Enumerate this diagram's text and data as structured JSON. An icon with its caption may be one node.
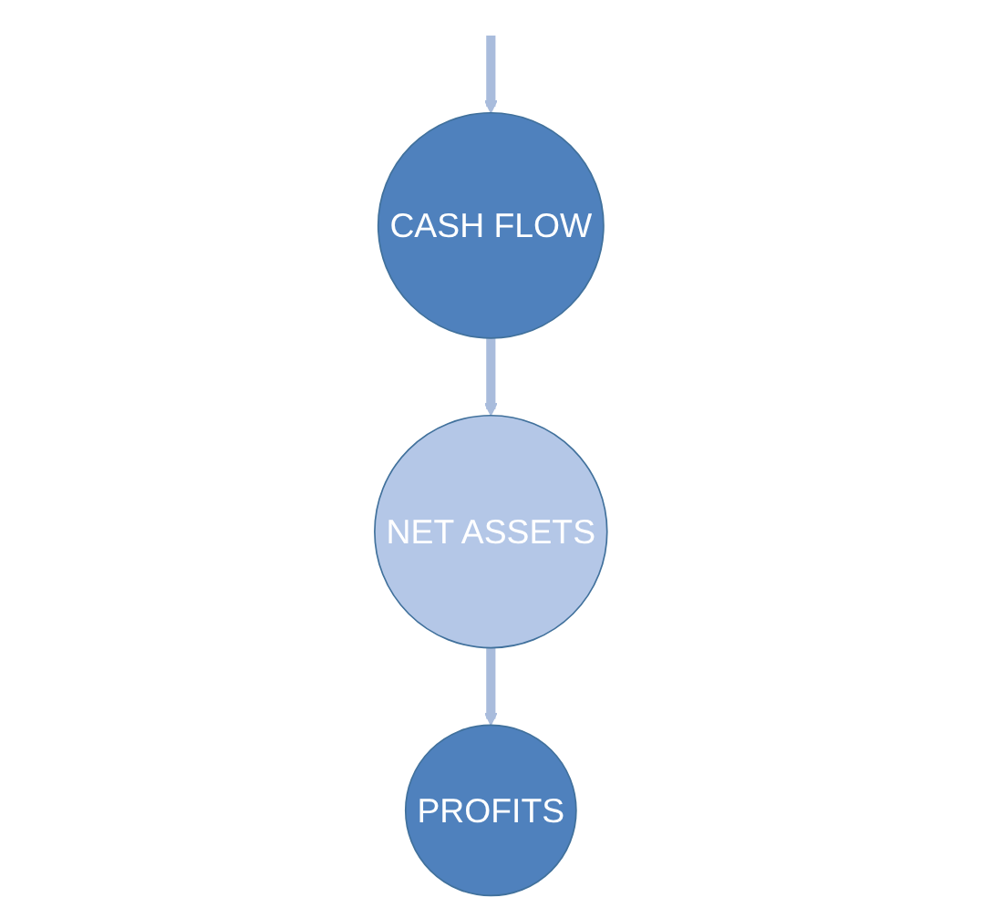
{
  "diagram": {
    "nodes": [
      {
        "text": [
          "NET ASSETS"
        ]
      },
      {
        "text": [
          "CASH FLOW"
        ]
      },
      {
        "text": [
          "PROFITS"
        ]
      }
    ],
    "edges": [
      {
        "from": 1,
        "to": 0,
        "arrow": "to"
      },
      {
        "from": null,
        "to": 1,
        "arrow": "to"
      },
      {
        "from": 0,
        "to": 2,
        "arrow": "to"
      }
    ]
  }
}
